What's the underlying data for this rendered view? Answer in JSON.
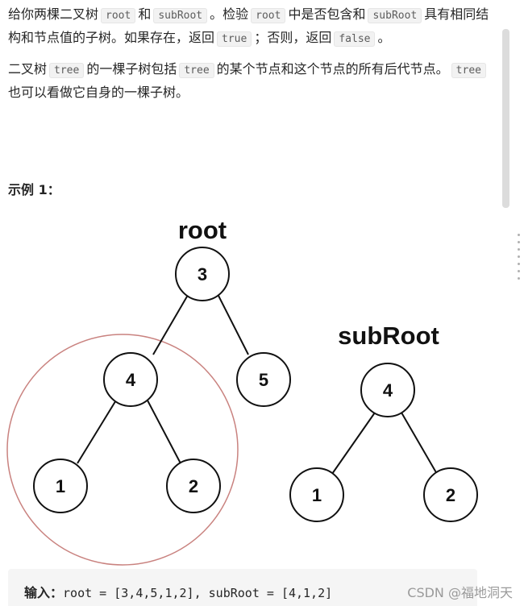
{
  "problem": {
    "p1": {
      "t1": "给你两棵二叉树",
      "c1": "root",
      "t2": "和",
      "c2": "subRoot",
      "t3": "。检验",
      "c3": "root",
      "t4": "中是否包含和",
      "c4": "subRoot",
      "t5": "具有相同结构和节点值的子树。如果存在，返回",
      "c5": "true",
      "t6": "；否则，返回",
      "c6": "false",
      "t7": "。"
    },
    "p2": {
      "t1": "二叉树",
      "c1": "tree",
      "t2": "的一棵子树包括",
      "c2": "tree",
      "t3": "的某个节点和这个节点的所有后代节点。",
      "c3": "tree",
      "t4": "也可以看做它自身的一棵子树。"
    }
  },
  "example": {
    "title": "示例 1：",
    "diagram": {
      "root_label": "root",
      "subroot_label": "subRoot",
      "root_nodes": [
        "3",
        "4",
        "5",
        "1",
        "2"
      ],
      "subroot_nodes": [
        "4",
        "1",
        "2"
      ],
      "highlight_color": "#c9827f"
    },
    "input_label": "输入：",
    "input_value": "root = [3,4,5,1,2], subRoot = [4,1,2]"
  },
  "watermark": "CSDN @福地洞天"
}
